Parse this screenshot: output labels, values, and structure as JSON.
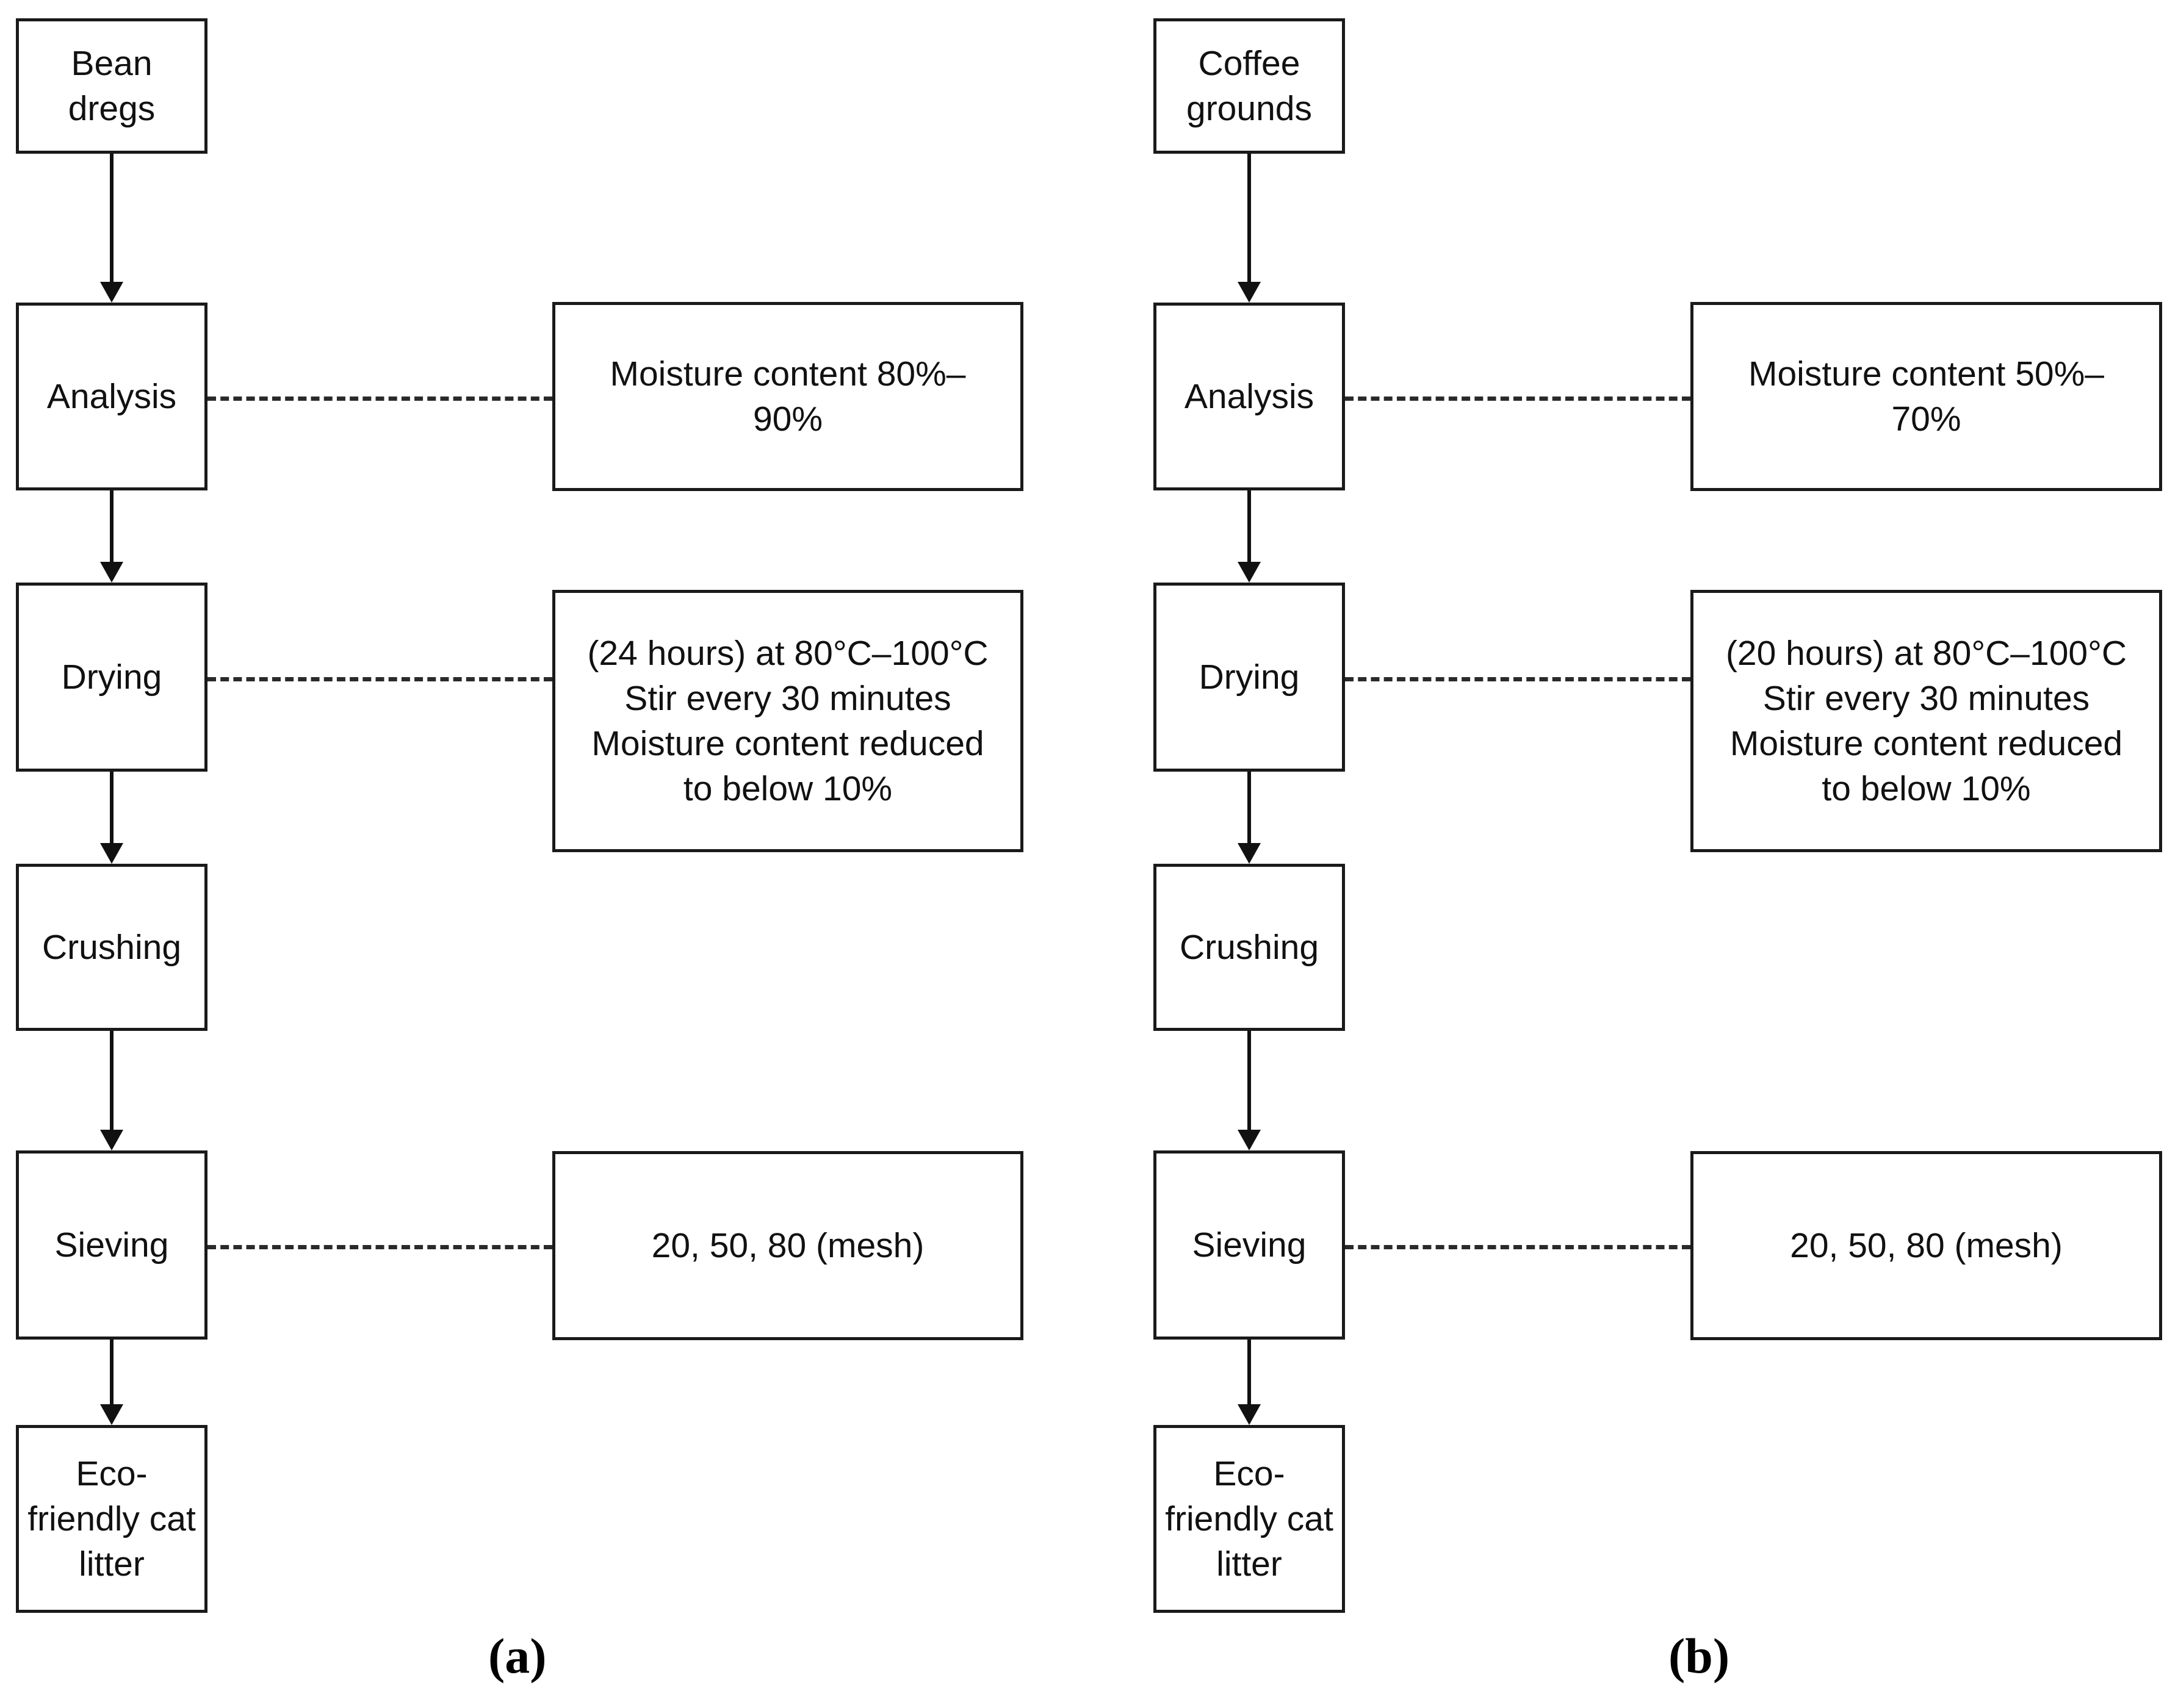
{
  "figure": {
    "type": "flowchart",
    "panels": [
      {
        "caption": "(a)",
        "process": [
          {
            "id": "source",
            "label": "Bean dregs"
          },
          {
            "id": "analysis",
            "label": "Analysis"
          },
          {
            "id": "drying",
            "label": "Drying"
          },
          {
            "id": "crushing",
            "label": "Crushing"
          },
          {
            "id": "sieving",
            "label": "Sieving"
          },
          {
            "id": "product",
            "label": "Eco-friendly cat litter"
          }
        ],
        "notes": [
          {
            "attached_to": "analysis",
            "text": "Moisture content 80%–\n90%"
          },
          {
            "attached_to": "drying",
            "text": "(24 hours) at 80°C–100°C\nStir every 30 minutes\nMoisture content reduced\nto below 10%"
          },
          {
            "attached_to": "sieving",
            "text": "20, 50, 80 (mesh)"
          }
        ]
      },
      {
        "caption": "(b)",
        "process": [
          {
            "id": "source",
            "label": "Coffee grounds"
          },
          {
            "id": "analysis",
            "label": "Analysis"
          },
          {
            "id": "drying",
            "label": "Drying"
          },
          {
            "id": "crushing",
            "label": "Crushing"
          },
          {
            "id": "sieving",
            "label": "Sieving"
          },
          {
            "id": "product",
            "label": "Eco-friendly cat litter"
          }
        ],
        "notes": [
          {
            "attached_to": "analysis",
            "text": "Moisture content 50%–\n70%"
          },
          {
            "attached_to": "drying",
            "text": "(20 hours) at 80°C–100°C\nStir every 30 minutes\nMoisture content reduced\nto below 10%"
          },
          {
            "attached_to": "sieving",
            "text": "20, 50, 80 (mesh)"
          }
        ]
      }
    ],
    "colors": {
      "stroke": "#1a1a1a",
      "background": "#ffffff",
      "text": "#111111"
    }
  }
}
